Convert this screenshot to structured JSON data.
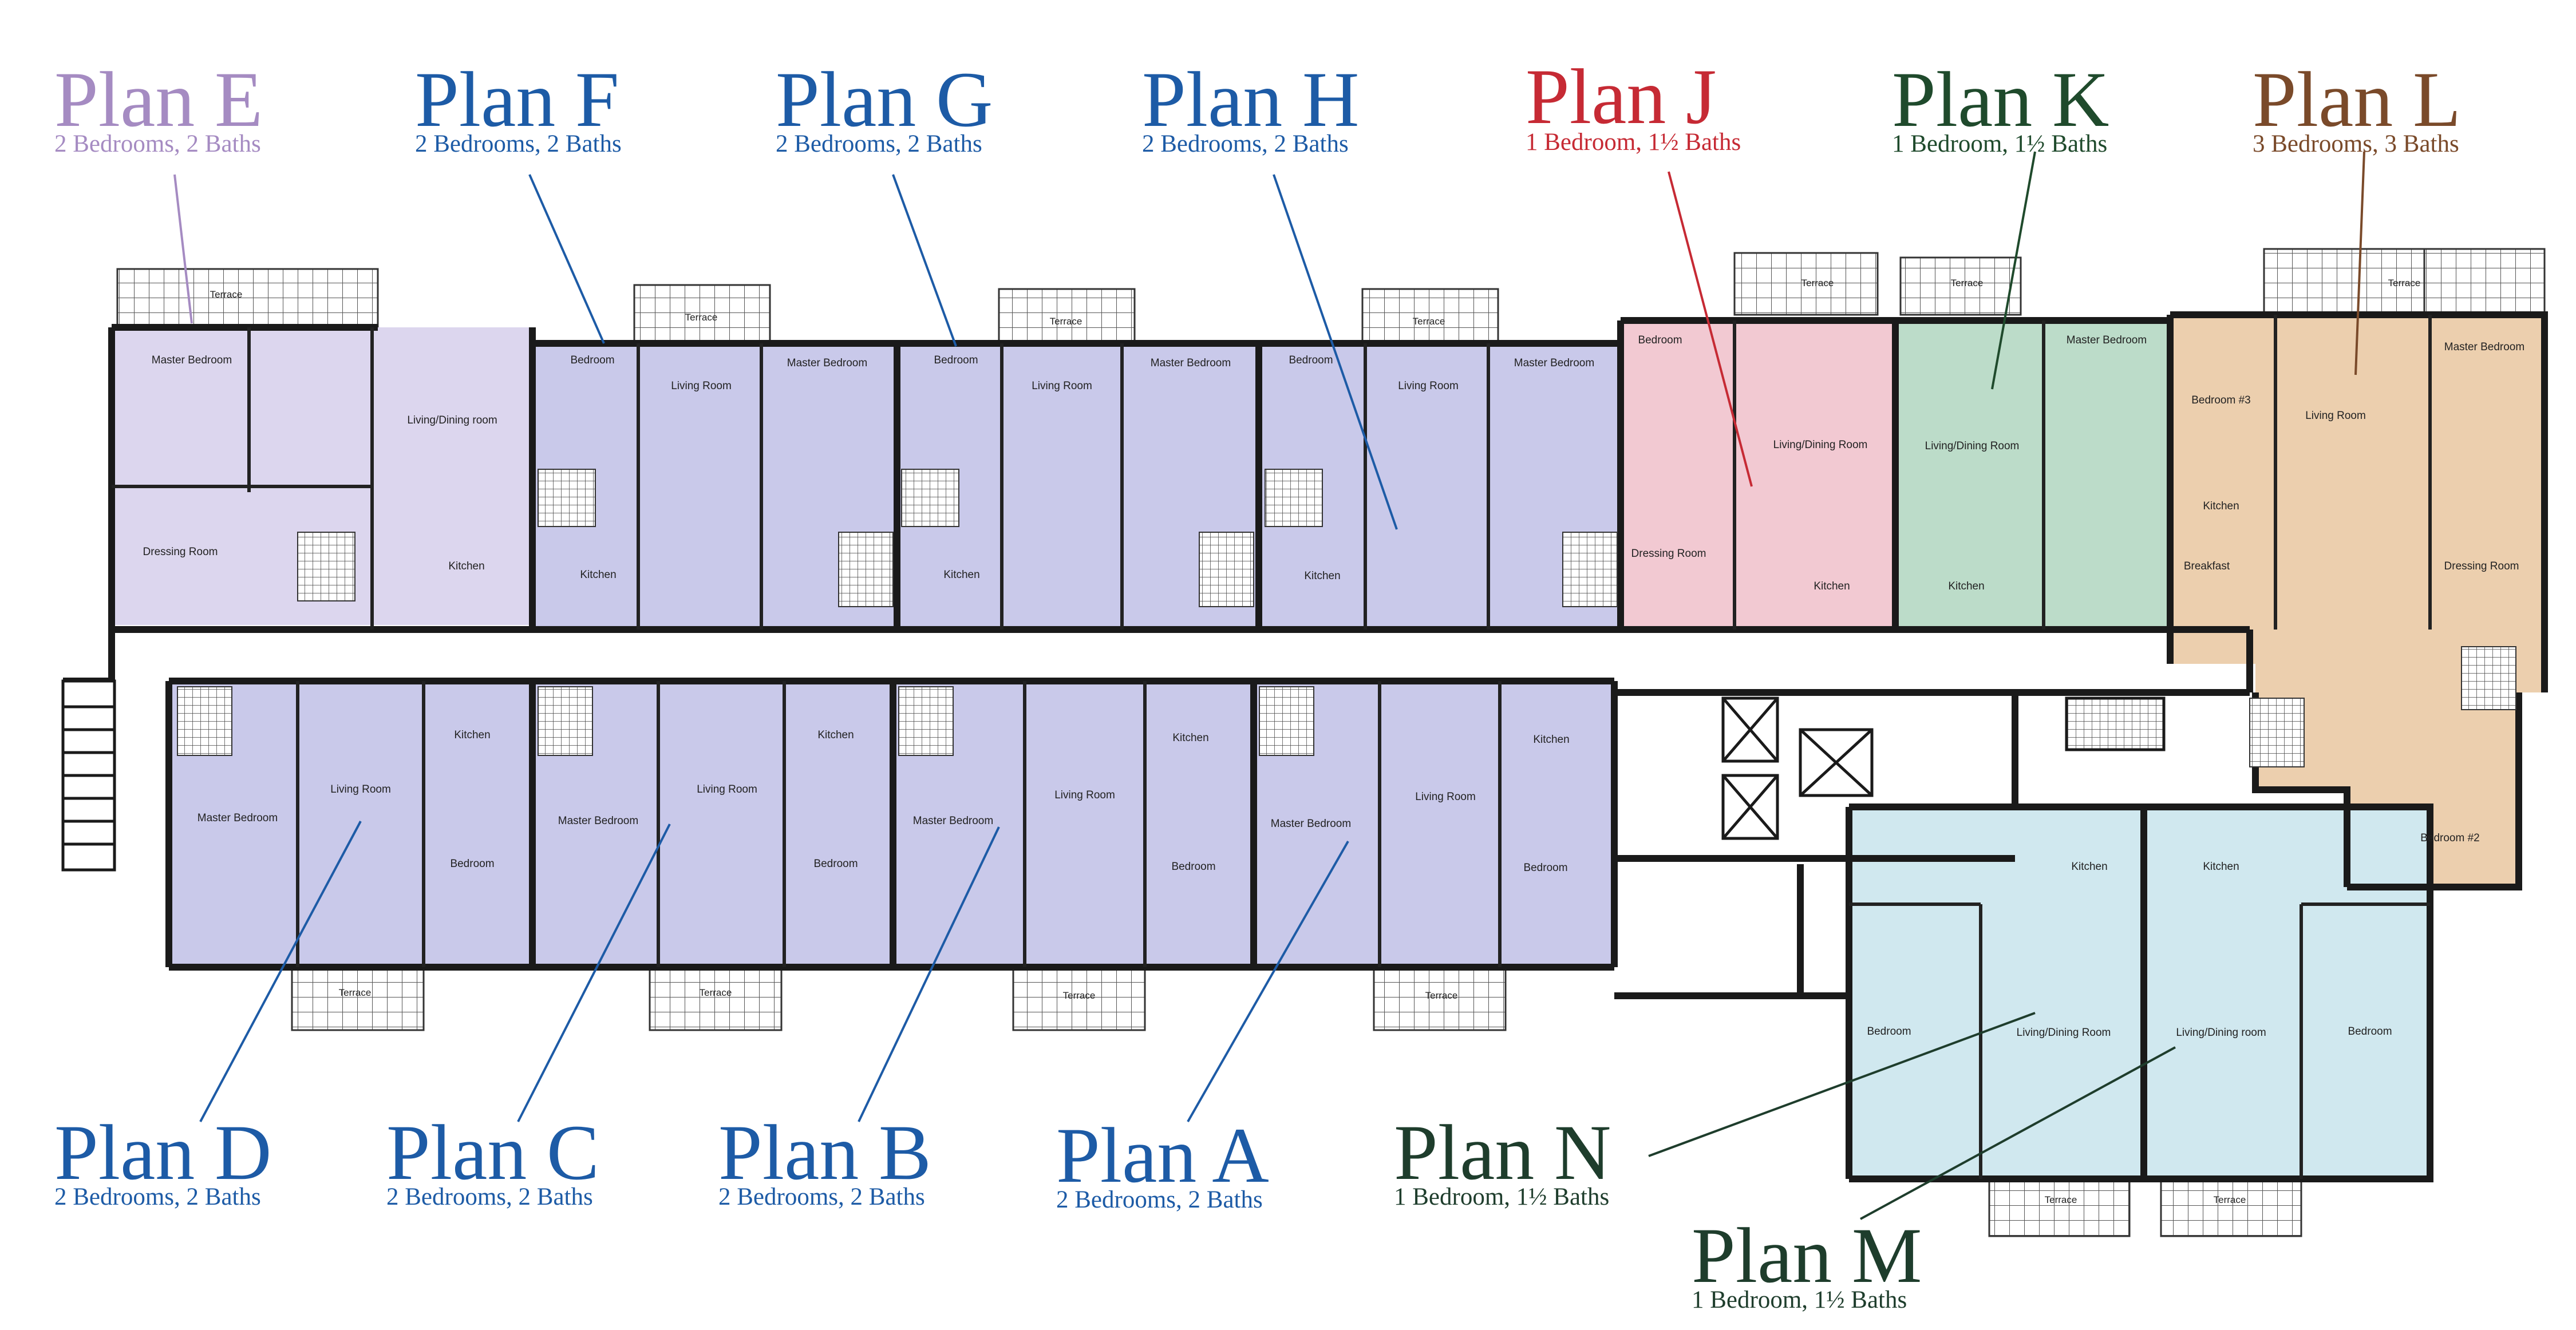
{
  "colors": {
    "plan_a_h": "#1d5ba6",
    "plan_e": "#a58bc2",
    "plan_j": "#c62a34",
    "plan_k": "#1f4a2c",
    "plan_l": "#7a4a2a",
    "plan_m_n": "#1e3d2c",
    "fill_ah": "#c9c9ea",
    "fill_e": "#dcd6ee",
    "fill_j": "#f2c9d2",
    "fill_k": "#bcdcc9",
    "fill_l": "#eccfae",
    "fill_mn": "#d0e8ef",
    "wall": "#1a1a1a",
    "terrace_grid": "#555555"
  },
  "labels": {
    "plan_e": {
      "title": "Plan E",
      "sub": "2 Bedrooms, 2 Baths"
    },
    "plan_f": {
      "title": "Plan F",
      "sub": "2 Bedrooms, 2 Baths"
    },
    "plan_g": {
      "title": "Plan G",
      "sub": "2 Bedrooms, 2 Baths"
    },
    "plan_h": {
      "title": "Plan H",
      "sub": "2 Bedrooms, 2 Baths"
    },
    "plan_j": {
      "title": "Plan J",
      "sub": "1 Bedroom, 1½ Baths"
    },
    "plan_k": {
      "title": "Plan K",
      "sub": "1 Bedroom, 1½ Baths"
    },
    "plan_l": {
      "title": "Plan L",
      "sub": "3 Bedrooms, 3 Baths"
    },
    "plan_d": {
      "title": "Plan D",
      "sub": "2 Bedrooms, 2 Baths"
    },
    "plan_c": {
      "title": "Plan C",
      "sub": "2 Bedrooms, 2 Baths"
    },
    "plan_b": {
      "title": "Plan B",
      "sub": "2 Bedrooms, 2 Baths"
    },
    "plan_a": {
      "title": "Plan A",
      "sub": "2 Bedrooms, 2 Baths"
    },
    "plan_n": {
      "title": "Plan N",
      "sub": "1 Bedroom, 1½ Baths"
    },
    "plan_m": {
      "title": "Plan M",
      "sub": "1 Bedroom, 1½ Baths"
    }
  },
  "rooms": {
    "terrace": "Terrace",
    "master_bedroom": "Master Bedroom",
    "bedroom": "Bedroom",
    "bedroom_3": "Bedroom #3",
    "bedroom_2": "Bedroom #2",
    "living_room": "Living Room",
    "living_dining_room": "Living/Dining Room",
    "living_dining_room_lc": "Living/Dining room",
    "kitchen": "Kitchen",
    "dressing_room": "Dressing Room",
    "breakfast": "Breakfast"
  }
}
